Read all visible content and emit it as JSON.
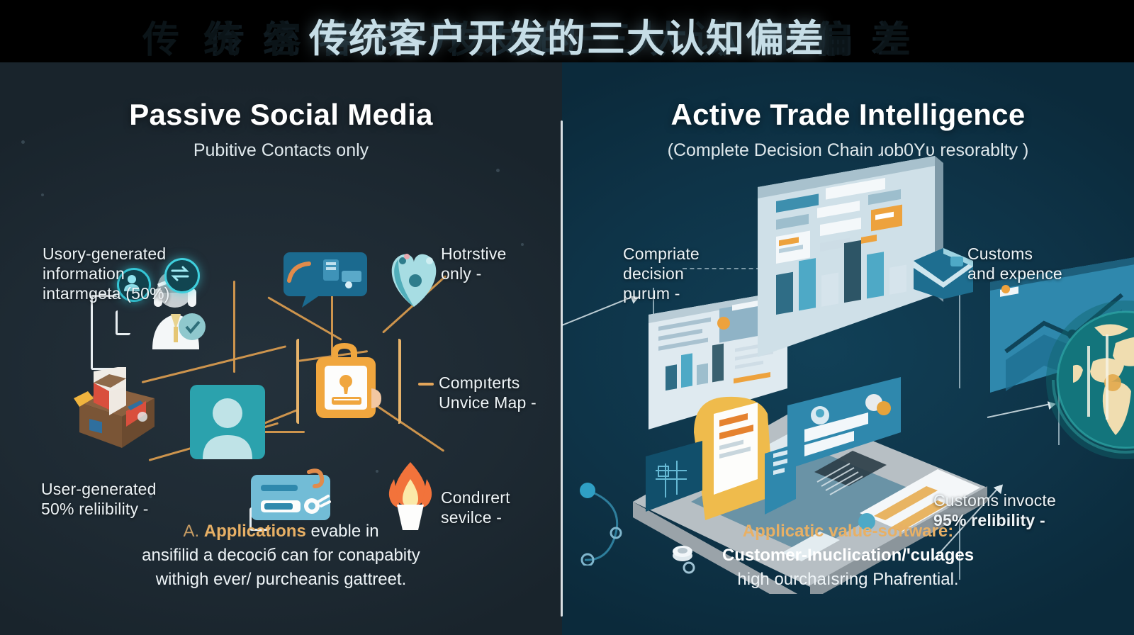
{
  "header": {
    "title": "传统客户开发的三大认知偏差",
    "ghost_text": "传统客户开发的三大认知偏差"
  },
  "left_panel": {
    "title": "Passive Social Media",
    "subtitle": "Pubitive Contacts only",
    "labels": [
      {
        "id": "user-generated-info",
        "lines": [
          "Usory-generated",
          "information",
          "intarmgeta (50%)"
        ]
      },
      {
        "id": "hotrstive-only",
        "lines": [
          "Hotrstive",
          "only -"
        ]
      },
      {
        "id": "compiterts-unvice-map",
        "lines": [
          "Compıterts",
          "Unvice Map -"
        ]
      },
      {
        "id": "user-generated-reliability",
        "lines": [
          "User-generated",
          "50% reliibility -"
        ]
      },
      {
        "id": "condirert-sevilce",
        "lines": [
          "Condırert",
          "sevilce -"
        ]
      }
    ],
    "caption": {
      "prefix": "A.",
      "highlight": "Applications",
      "line1_rest": "evable in",
      "line2": "ansifilid a decociб can for conapabity",
      "line3": "withigh ever/ purcheanis gattreet."
    }
  },
  "right_panel": {
    "title": "Active Trade Intelligence",
    "subtitle": "(Complete Decision Chain ɹob0Yʋ resorablty )",
    "labels": [
      {
        "id": "compriate-decision-purum",
        "lines": [
          "Compriate",
          "decision",
          "purum -"
        ]
      },
      {
        "id": "customs-and-expence",
        "lines": [
          "Customs",
          "and expence"
        ]
      },
      {
        "id": "customs-invoice-reliability",
        "lines": [
          "Customs invocte",
          "95% relibility -"
        ]
      }
    ],
    "caption": {
      "highlight": "Applicatic value-software:",
      "line2": "Customer-Inuclication/ꞌculages",
      "line3": "high ourchaısring Phafrential."
    }
  },
  "colors": {
    "left_bg": "#1e2a33",
    "right_bg": "#0e3347",
    "accent_orange": "#e8b065",
    "accent_teal": "#3aa8a6",
    "text_light": "#eef4f7",
    "header_title": "#c6dde6",
    "divider": "#e9eff2"
  },
  "icons": {
    "left": [
      "support-agent-icon",
      "avatar-card-icon",
      "locked-briefcase-icon",
      "chat-bubble-icon",
      "cargo-crate-icon",
      "heart-network-icon",
      "key-card-icon",
      "flame-candle-icon"
    ],
    "right": [
      "dashboard-screen-icon",
      "bar-chart-screen-icon",
      "document-screen-icon",
      "laptop-device-icon",
      "globe-icon",
      "mail-envelope-icon",
      "folder-document-icon",
      "chat-panel-icon"
    ]
  }
}
